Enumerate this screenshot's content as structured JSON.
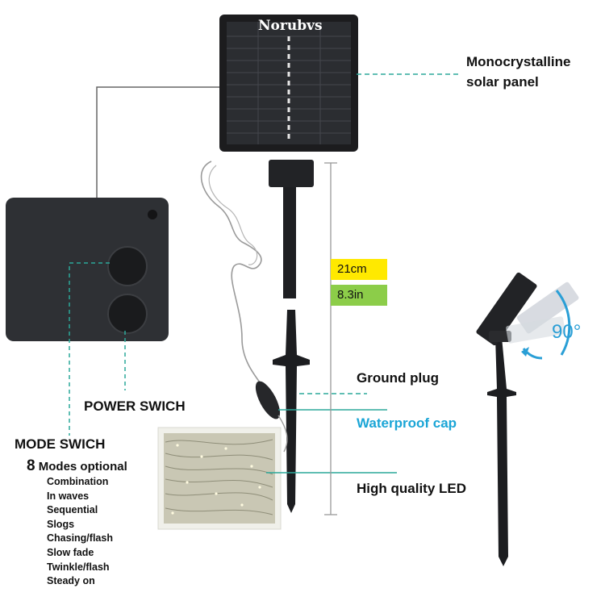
{
  "brand": "Norubvs",
  "labels": {
    "solar_panel": "Monocrystalline solar panel",
    "ground_plug": "Ground plug",
    "waterproof_cap": "Waterproof cap",
    "high_quality_led": "High quality LED",
    "power_switch": "POWER SWICH",
    "mode_switch": "MODE SWICH",
    "modes_count": "8",
    "modes_optional": "Modes optional"
  },
  "dimensions": {
    "cm": "21cm",
    "in": "8.3in"
  },
  "rotation": "90°",
  "modes": [
    "Combination",
    "In waves",
    "Sequential",
    "Slogs",
    "Chasing/flash",
    "Slow fade",
    "Twinkle/flash",
    "Steady on"
  ],
  "colors": {
    "cap_label": "#1aa5d6",
    "dim_cm_bg": "#ffe900",
    "dim_in_bg": "#8ccd49",
    "leader_line": "#2ca89a",
    "rotation_arrow": "#2a9fd6"
  }
}
